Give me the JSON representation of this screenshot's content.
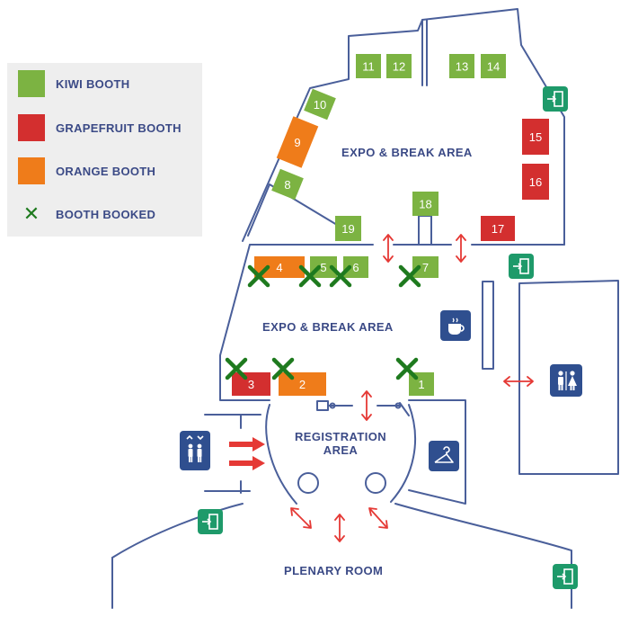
{
  "legend": {
    "items": [
      {
        "label": "KIWI BOOTH",
        "color": "#7cb342"
      },
      {
        "label": "GRAPEFRUIT BOOTH",
        "color": "#d32f2f"
      },
      {
        "label": "ORANGE BOOTH",
        "color": "#ef7c1a"
      }
    ],
    "booked_label": "BOOTH BOOKED",
    "booked_color": "#1e7a1e"
  },
  "areas": {
    "expo_upper": "EXPO & BREAK AREA",
    "expo_lower": "EXPO & BREAK AREA",
    "registration_line1": "REGISTRATION",
    "registration_line2": "AREA",
    "plenary": "PLENARY ROOM"
  },
  "colors": {
    "wall": "#4a5f9a",
    "icon_blue": "#2f4f8f",
    "exit_green": "#1e9a6a",
    "arrow_red": "#e53935"
  },
  "icons": [
    "exit-icon",
    "coffee-icon",
    "restroom-icon",
    "elevator-icon",
    "cloakroom-icon"
  ],
  "booths": [
    {
      "number": "1",
      "type": "kiwi",
      "booked": true
    },
    {
      "number": "2",
      "type": "orange",
      "booked": true
    },
    {
      "number": "3",
      "type": "grapefruit",
      "booked": true
    },
    {
      "number": "4",
      "type": "orange",
      "booked": true
    },
    {
      "number": "5",
      "type": "kiwi",
      "booked": true
    },
    {
      "number": "6",
      "type": "kiwi",
      "booked": true
    },
    {
      "number": "7",
      "type": "kiwi",
      "booked": true
    },
    {
      "number": "8",
      "type": "kiwi",
      "booked": false
    },
    {
      "number": "9",
      "type": "orange",
      "booked": false
    },
    {
      "number": "10",
      "type": "kiwi",
      "booked": false
    },
    {
      "number": "11",
      "type": "kiwi",
      "booked": false
    },
    {
      "number": "12",
      "type": "kiwi",
      "booked": false
    },
    {
      "number": "13",
      "type": "kiwi",
      "booked": false
    },
    {
      "number": "14",
      "type": "kiwi",
      "booked": false
    },
    {
      "number": "15",
      "type": "grapefruit",
      "booked": false
    },
    {
      "number": "16",
      "type": "grapefruit",
      "booked": false
    },
    {
      "number": "17",
      "type": "grapefruit",
      "booked": false
    },
    {
      "number": "18",
      "type": "kiwi",
      "booked": false
    },
    {
      "number": "19",
      "type": "kiwi",
      "booked": false
    }
  ]
}
